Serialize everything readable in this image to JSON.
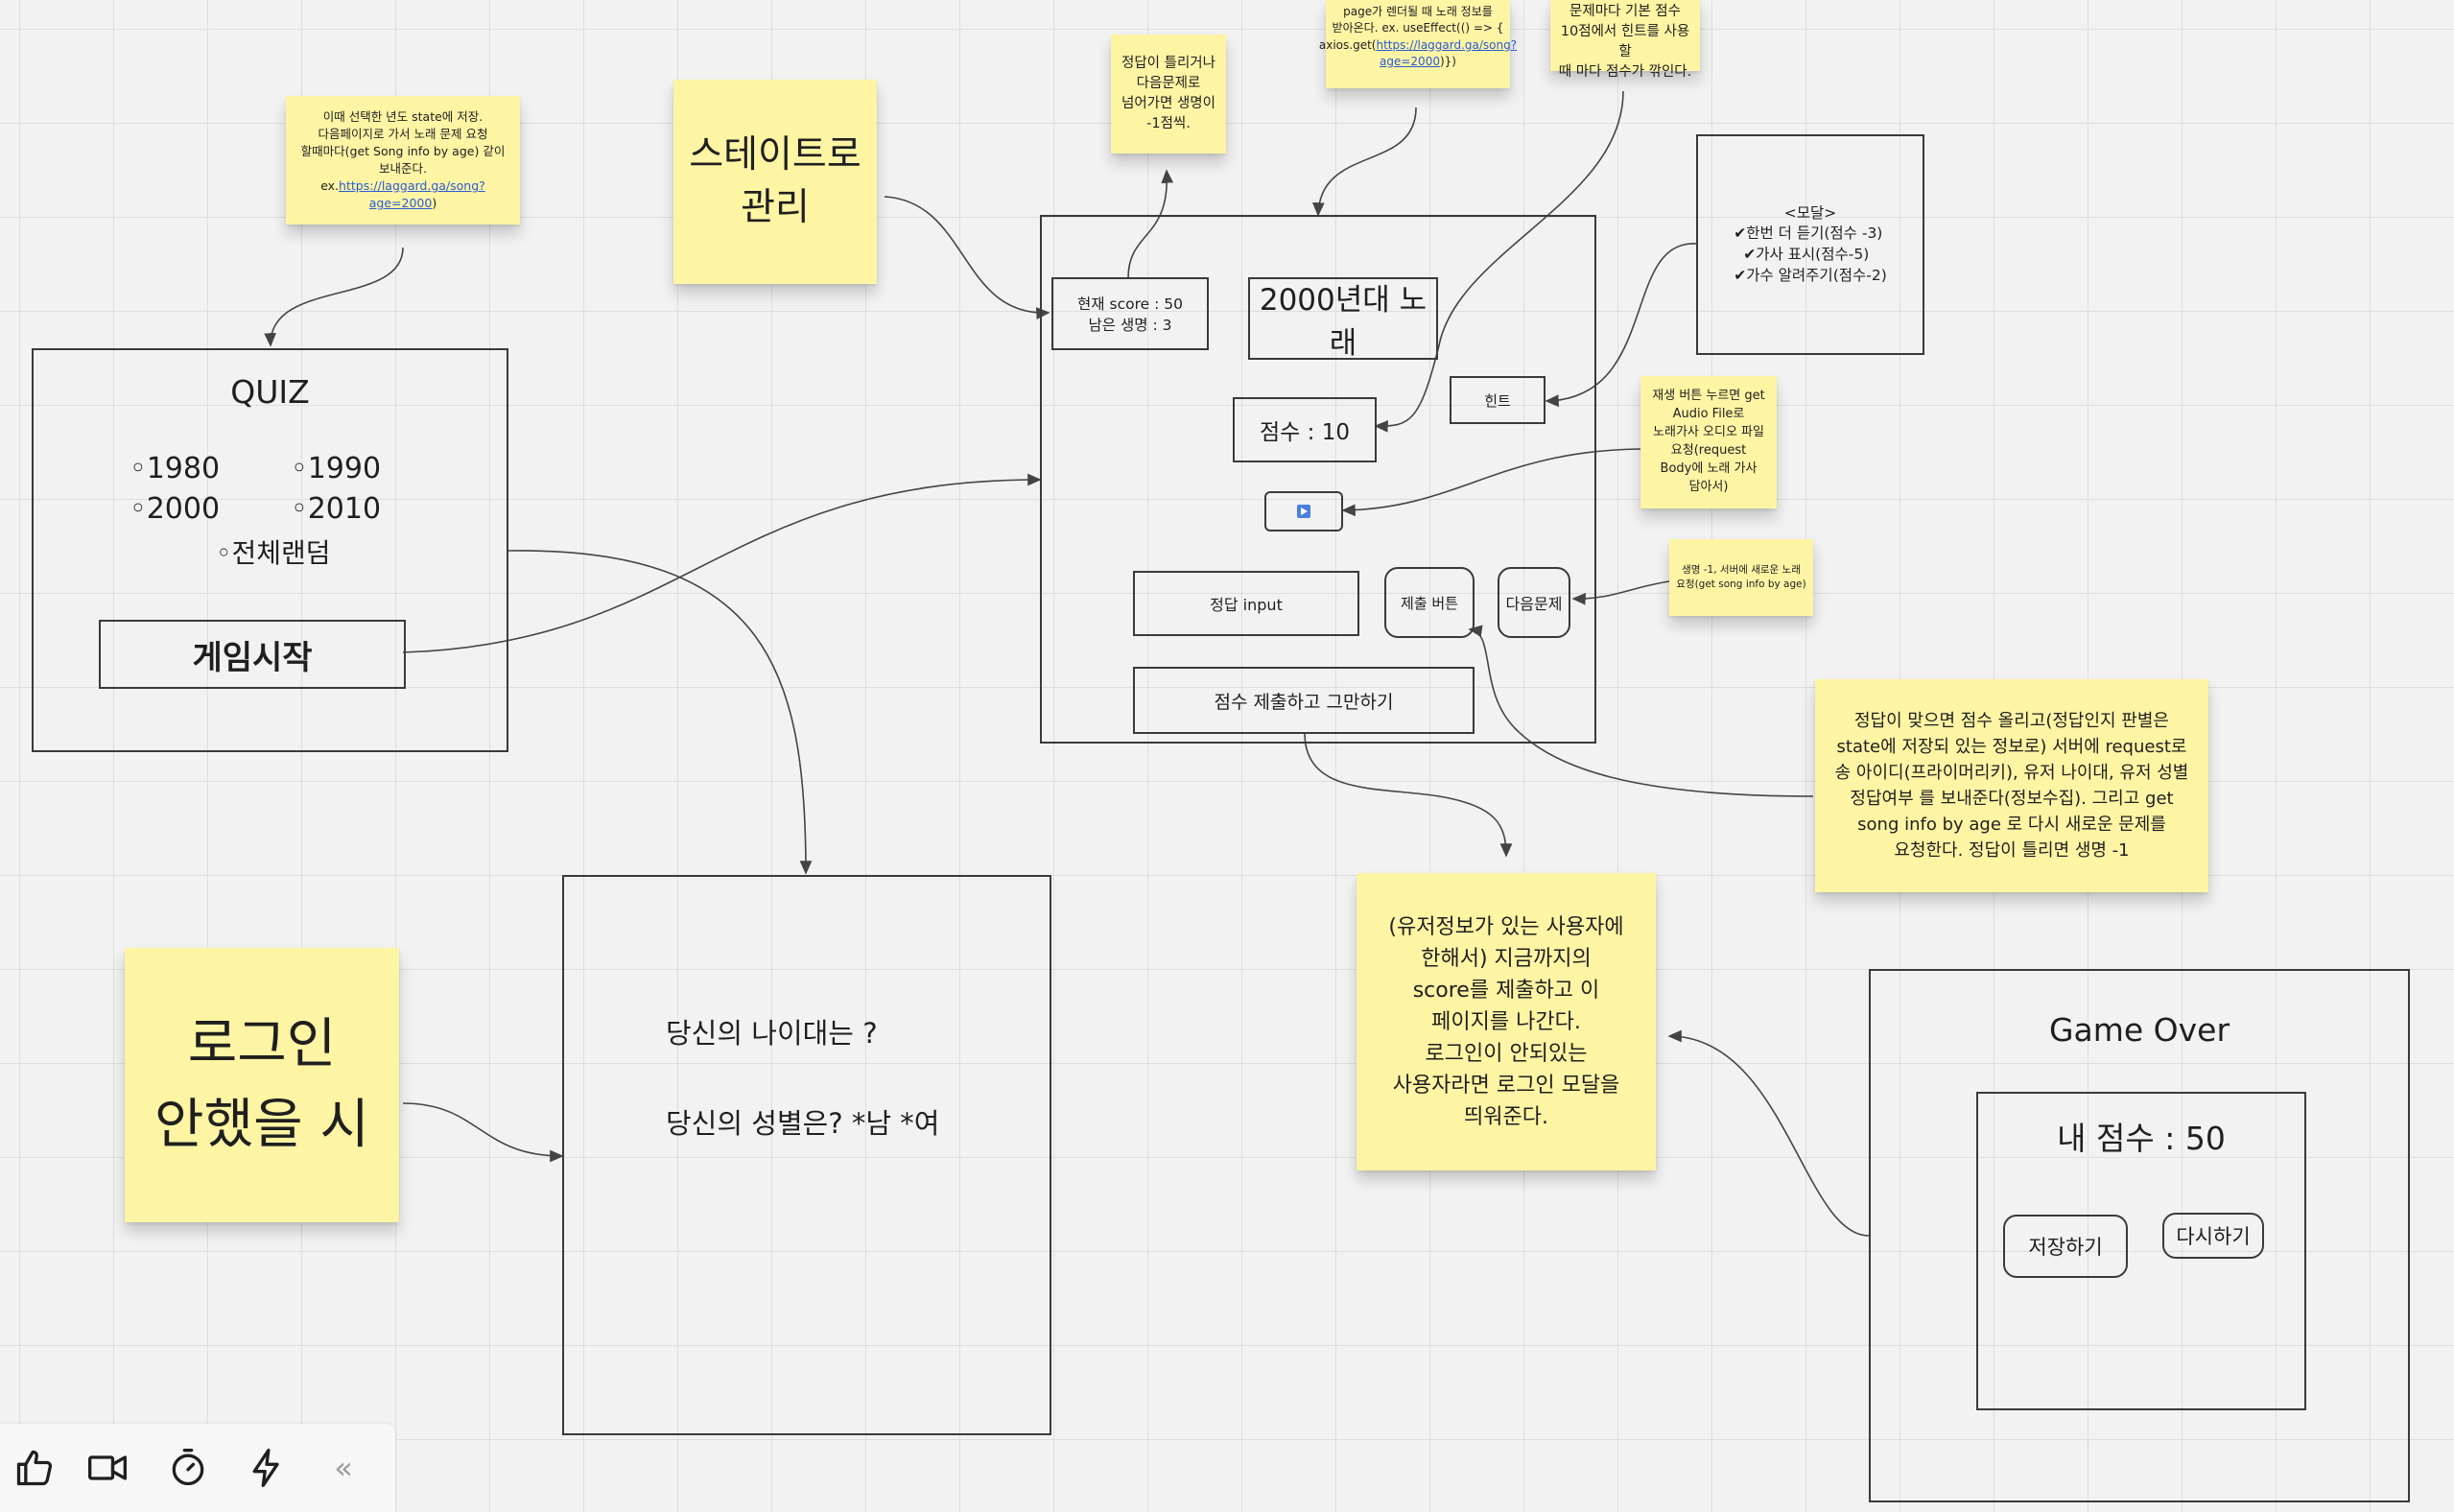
{
  "quiz": {
    "title": "QUIZ",
    "options": [
      "◦1980",
      "◦1990",
      "◦2000",
      "◦2010"
    ],
    "random": "◦전체랜덤",
    "start": "게임시작"
  },
  "notes": {
    "yearState_prefix": "이때 선택한 년도 state에 저장.\n다음페이지로 가서 노래 문제 요청\n할때마다(get Song info by age) 같이\n보내준다. ex.",
    "yearState_link": "https://laggard.ga/song?age=2000",
    "yearState_suffix": ")",
    "state": "스테이트로\n관리",
    "lifeRule": "정답이 틀리거나\n다음문제로\n넘어가면 생명이\n-1점씩.",
    "fetch_prefix": "page가 렌더될 때 노래 정보를\n받아온다. ex. useEffect(() => {\naxios.get(",
    "fetch_link": "https://laggard.ga/song?age=2000",
    "fetch_suffix": ")})",
    "baseScore": "문제마다 기본 점수\n10점에서 힌트를 사용할\n때 마다 점수가 깎인다.",
    "audio": "재생 버튼 누르면 get\nAudio File로\n노래가사 오디오 파일\n요청(request\nBody에 노래 가사\n담아서)",
    "nextRule": "생명 -1, 서버에 새로운 노래\n요청(get song info by age)",
    "correctRule": "정답이 맞으면 점수 올리고(정답인지 판별은\nstate에 저장되 있는 정보로) 서버에 request로\n송 아이디(프라이머리키), 유저 나이대, 유저 성별\n정답여부 를 보내준다(정보수집). 그리고 get\nsong info by age 로 다시 새로운 문제를\n요청한다. 정답이 틀리면 생명 -1",
    "submitRule": "(유저정보가 있는 사용자에\n한해서) 지금까지의\nscore를 제출하고 이\n페이지를 나간다.\n로그인이 안되있는\n사용자라면 로그인 모달을\n띄워준다.",
    "notLoggedIn": "로그인\n안했을 시"
  },
  "game": {
    "status": "현재 score : 50\n남은 생명 : 3",
    "title": "2000년대 노래",
    "score": "점수 : 10",
    "hint": "힌트",
    "answerInput": "정답 input",
    "submit": "제출 버튼",
    "next": "다음문제",
    "quit": "점수 제출하고 그만하기"
  },
  "modal": {
    "title": "<모달>",
    "items": [
      "✔한번 더 듣기(점수 -3)",
      "✔가사 표시(점수-5)",
      "✔가수 알려주기(점수-2)"
    ]
  },
  "profile": {
    "age": "당신의 나이대는 ?",
    "gender": "당신의 성별은? *남 *여"
  },
  "gameover": {
    "title": "Game Over",
    "score": "내 점수 : 50",
    "save": "저장하기",
    "retry": "다시하기"
  },
  "toolbar": {
    "icons": [
      "thumbs-up-icon",
      "video-icon",
      "timer-icon",
      "lightning-icon",
      "collapse-icon"
    ],
    "collapse": "«"
  },
  "colors": {
    "sticky": "#fdf4a4",
    "canvas": "#f2f2f2",
    "link": "#2a5bd7",
    "play": "#4a7fe0"
  }
}
